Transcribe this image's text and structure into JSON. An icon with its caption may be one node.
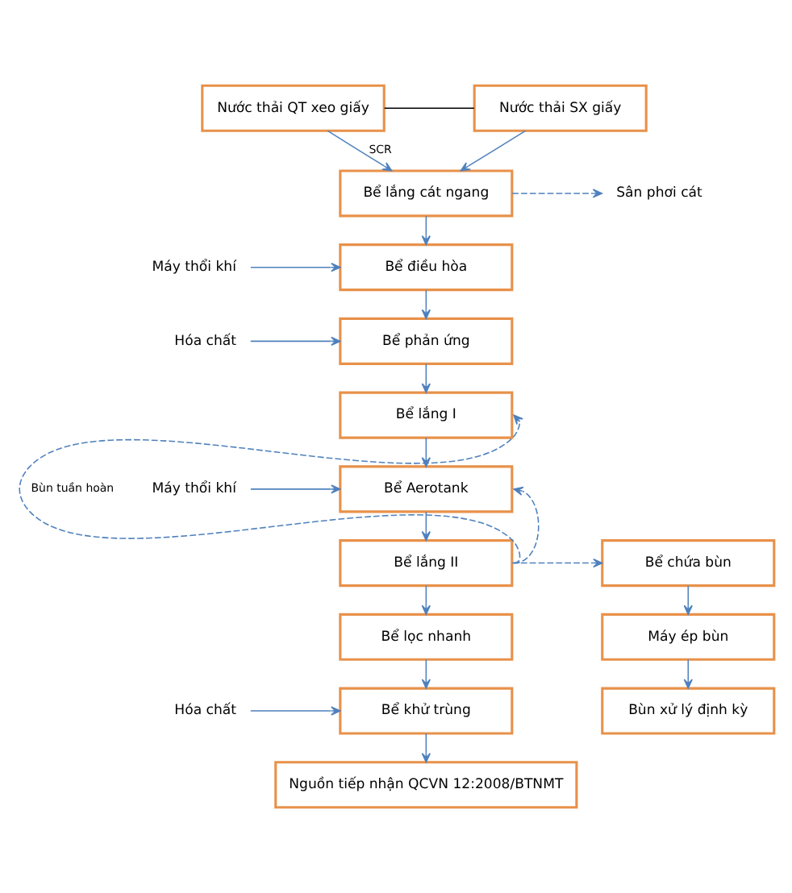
{
  "diagram": {
    "nodes": [
      {
        "text": [
          "Nước thải QT xeo giấy"
        ]
      },
      {
        "text": [
          "Nước thải SX giấy"
        ]
      },
      {
        "text": [
          "Bể lắng cát ngang"
        ]
      },
      {
        "text": [
          "Sân phơi cát"
        ]
      },
      {
        "text": [
          "Máy thổi khí"
        ]
      },
      {
        "text": [
          "Bể điều hòa"
        ]
      },
      {
        "text": [
          "Hóa chất"
        ]
      },
      {
        "text": [
          "Bể phản ứng"
        ]
      },
      {
        "text": [
          "Bể lắng I"
        ]
      },
      {
        "text": [
          "Máy thổi khí"
        ]
      },
      {
        "text": [
          "Bể Aerotank"
        ]
      },
      {
        "text": [
          "Bể lắng II"
        ]
      },
      {
        "text": [
          "Bể chứa bùn"
        ]
      },
      {
        "text": [
          "Máy ép bùn"
        ]
      },
      {
        "text": [
          "Bùn xử lý định kỳ"
        ]
      },
      {
        "text": [
          "Bể lọc nhanh"
        ]
      },
      {
        "text": [
          "Hóa chất"
        ]
      },
      {
        "text": [
          "Bể khử trùng"
        ]
      },
      {
        "text": [
          "Nguồn tiếp nhận QCVN 12:2008/BTNMT"
        ]
      }
    ],
    "edges": [
      {
        "from": 0,
        "to": 1,
        "arrow": "none",
        "color": "#000000"
      },
      {
        "from": 0,
        "to": 2,
        "arrow": "to",
        "label": "SCR"
      },
      {
        "from": 1,
        "to": 2,
        "arrow": "to"
      },
      {
        "from": 2,
        "to": 3,
        "arrow": "to",
        "style": "dashed"
      },
      {
        "from": 2,
        "to": 5,
        "arrow": "to"
      },
      {
        "from": 4,
        "to": 5,
        "arrow": "to"
      },
      {
        "from": 5,
        "to": 7,
        "arrow": "to"
      },
      {
        "from": 6,
        "to": 7,
        "arrow": "to"
      },
      {
        "from": 7,
        "to": 8,
        "arrow": "to"
      },
      {
        "from": 8,
        "to": 10,
        "arrow": "to"
      },
      {
        "from": 9,
        "to": 10,
        "arrow": "to"
      },
      {
        "from": 10,
        "to": 11,
        "arrow": "to"
      },
      {
        "from": 11,
        "to": 8,
        "arrow": "to",
        "style": "dashed",
        "label": "Bùn tuần hoàn"
      },
      {
        "from": 11,
        "to": 10,
        "arrow": "to",
        "style": "dashed"
      },
      {
        "from": 11,
        "to": 12,
        "arrow": "to",
        "style": "dashed"
      },
      {
        "from": 12,
        "to": 13,
        "arrow": "to"
      },
      {
        "from": 13,
        "to": 14,
        "arrow": "to"
      },
      {
        "from": 11,
        "to": 15,
        "arrow": "to"
      },
      {
        "from": 15,
        "to": 17,
        "arrow": "to"
      },
      {
        "from": 16,
        "to": 17,
        "arrow": "to"
      },
      {
        "from": 17,
        "to": 18,
        "arrow": "to"
      }
    ]
  }
}
